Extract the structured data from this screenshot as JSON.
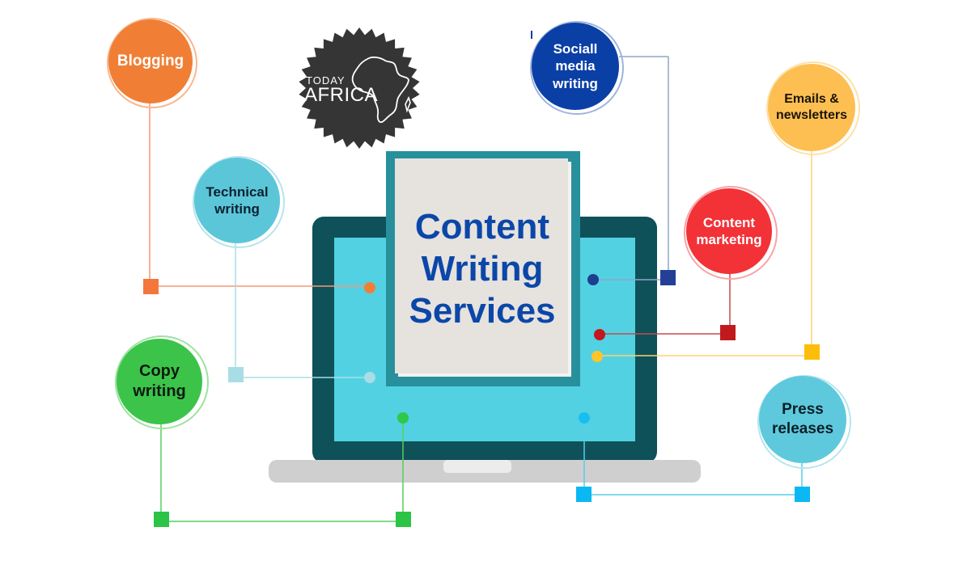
{
  "logo": {
    "line1": "TODAY",
    "line2": "AFRICA"
  },
  "document": {
    "title_line1": "Content",
    "title_line2": "Writing",
    "title_line3": "Services"
  },
  "nodes": {
    "blogging": {
      "line1": "Blogging",
      "color": "#f07f35"
    },
    "technical": {
      "line1": "Technical",
      "line2": "writing",
      "color": "#5cc6d9"
    },
    "copy": {
      "line1": "Copy",
      "line2": "writing",
      "color": "#3cc44a"
    },
    "social": {
      "line1": "Sociall",
      "line2": "media",
      "line3": "writing",
      "color": "#0a3fa6"
    },
    "emails": {
      "line1": "Emails &",
      "line2": "newsletters",
      "color": "#fdbf52"
    },
    "content_marketing": {
      "line1": "Content",
      "line2": "marketing",
      "color": "#f23237"
    },
    "press": {
      "line1": "Press",
      "line2": "releases",
      "color": "#5ec9dd"
    }
  },
  "colors": {
    "laptop_frame": "#0e5158",
    "laptop_screen": "#52d1e2",
    "laptop_base": "#cfcfcf",
    "document_border": "#27909c",
    "document_paper": "#e6e2de",
    "title_text": "#0b47a8"
  }
}
